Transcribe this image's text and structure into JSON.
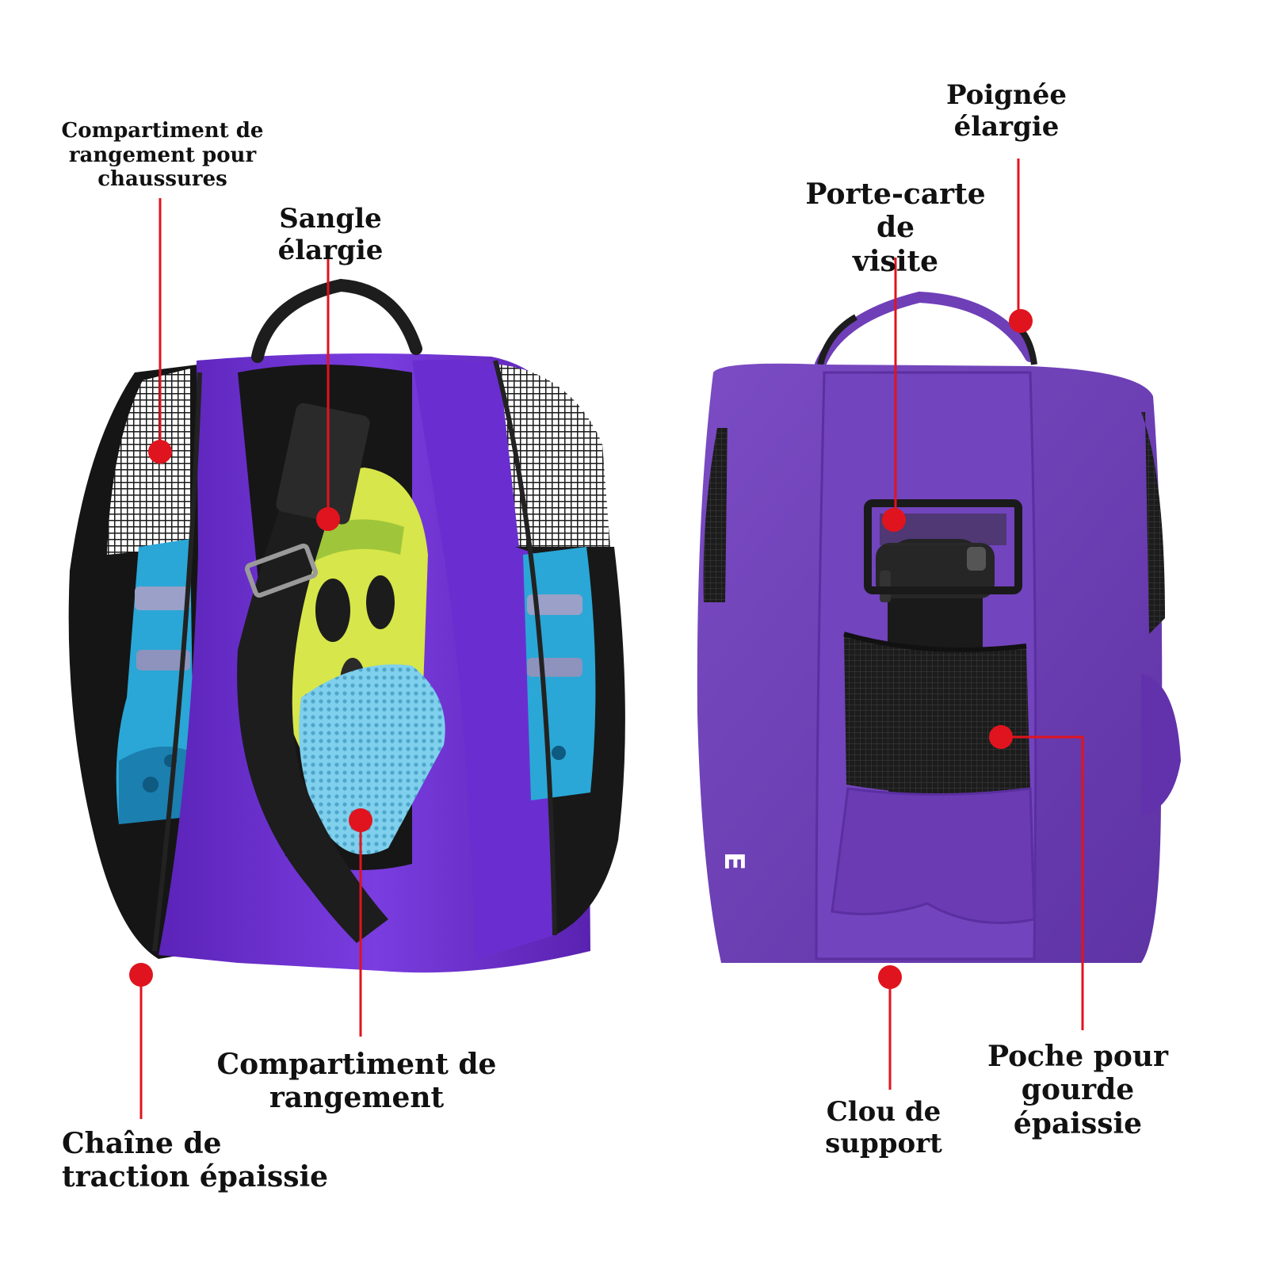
{
  "image": {
    "description_colors": {
      "bag_purple": "#6a2fc8",
      "bag_purple_dark": "#4d1e96",
      "bag_purple_right": "#6f3fb8",
      "mesh_black": "#1a1a1a",
      "skate_blue": "#2aa7d6",
      "helmet_yellow": "#d7e64a",
      "callout_red": "#e0141e"
    }
  },
  "labels": {
    "shoe_compartment": "Compartiment de\nrangement pour chaussures",
    "wide_strap": "Sangle élargie",
    "storage_compartment": "Compartiment de\nrangement",
    "thick_zipper": "Chaîne de\ntraction épaissie",
    "wide_handle": "Poignée\nélargie",
    "card_holder": "Porte-carte de\nvisite",
    "bottle_pocket": "Poche pour\ngourde épaissie",
    "support_stud": "Clou de support"
  }
}
